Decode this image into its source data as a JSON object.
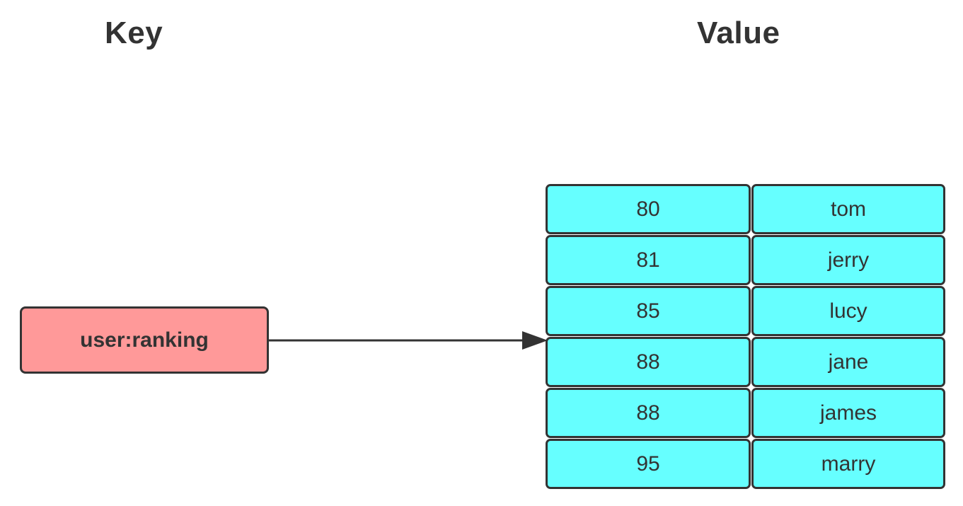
{
  "headings": {
    "key": "Key",
    "value": "Value"
  },
  "key_box": {
    "label": "user:ranking",
    "color": "#ff9999"
  },
  "value_cell_color": "#66ffff",
  "rows": [
    {
      "score": "80",
      "member": "tom"
    },
    {
      "score": "81",
      "member": "jerry"
    },
    {
      "score": "85",
      "member": "lucy"
    },
    {
      "score": "88",
      "member": "jane"
    },
    {
      "score": "88",
      "member": "james"
    },
    {
      "score": "95",
      "member": "marry"
    }
  ]
}
